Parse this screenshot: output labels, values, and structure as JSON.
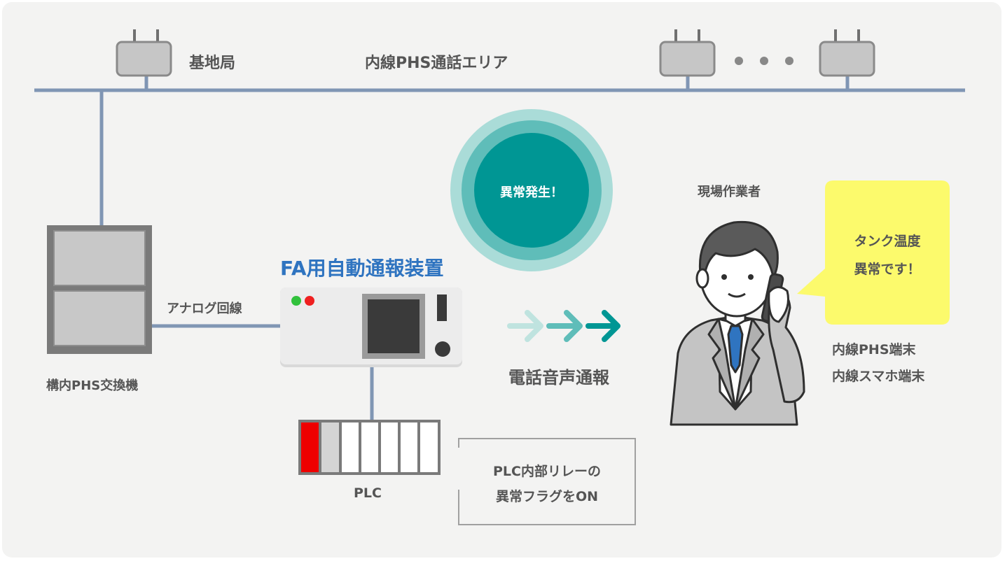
{
  "labels": {
    "base_station": "基地局",
    "phs_area": "内線PHS通話エリア",
    "exchange": "構内PHS交換機",
    "analog_line": "アナログ回線",
    "device_title": "FA用自動通報装置",
    "alarm": "異常発生！",
    "voice_report": "電話音声通報",
    "worker": "現場作業者",
    "speech_line1": "タンク温度",
    "speech_line2": "異常です！",
    "terminal_line1": "内線PHS端末",
    "terminal_line2": "内線スマホ端末",
    "plc": "PLC",
    "relay_line1": "PLC内部リレーの",
    "relay_line2": "異常フラグをON"
  },
  "colors": {
    "line": "#8096b4",
    "teal_dark": "#009694",
    "teal_mid": "#5fbdb9",
    "teal_light": "#aadcd8",
    "title_blue": "#2f74c0",
    "speech_yellow": "#fcfa6c",
    "led_green": "#31c13c",
    "led_red": "#ef2020",
    "plc_red": "#ee0000"
  }
}
